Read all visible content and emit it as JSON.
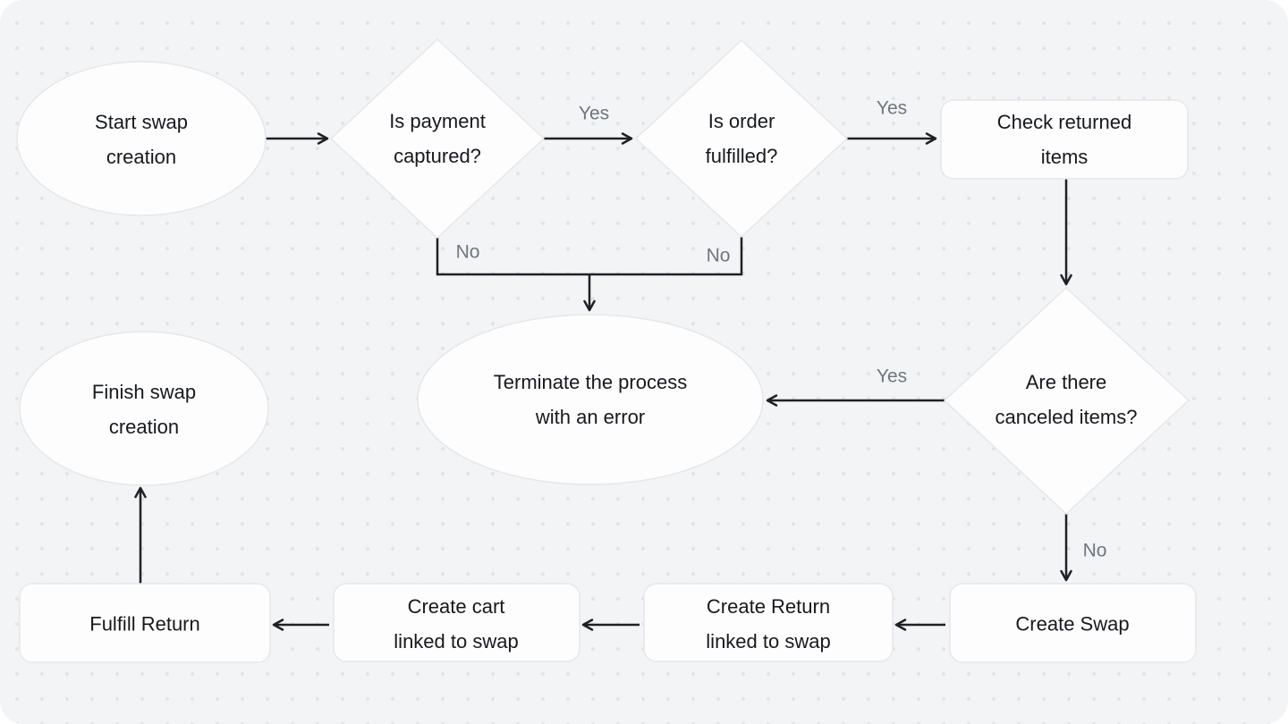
{
  "diagram": {
    "nodes": {
      "start": {
        "label": "Start swap\ncreation",
        "shape": "ellipse"
      },
      "payment_captured": {
        "label": "Is payment\ncaptured?",
        "shape": "diamond"
      },
      "order_fulfilled": {
        "label": "Is order\nfulfilled?",
        "shape": "diamond"
      },
      "check_returned": {
        "label": "Check returned\nitems",
        "shape": "rectangle"
      },
      "canceled_items": {
        "label": "Are there\ncanceled items?",
        "shape": "diamond"
      },
      "terminate": {
        "label": "Terminate the process\nwith an error",
        "shape": "ellipse"
      },
      "finish": {
        "label": "Finish swap\ncreation",
        "shape": "ellipse"
      },
      "fulfill_return": {
        "label": "Fulfill Return",
        "shape": "rectangle"
      },
      "create_cart": {
        "label": "Create cart\nlinked to swap",
        "shape": "rectangle"
      },
      "create_return": {
        "label": "Create Return\nlinked to swap",
        "shape": "rectangle"
      },
      "create_swap": {
        "label": "Create Swap",
        "shape": "rectangle"
      }
    },
    "edge_labels": {
      "payment_yes": "Yes",
      "order_yes": "Yes",
      "payment_no": "No",
      "order_no": "No",
      "canceled_yes": "Yes",
      "canceled_no": "No"
    },
    "colors": {
      "canvas_bg": "#f3f4f6",
      "dot": "#e0e3e7",
      "node_fill": "#fdfdfe",
      "node_border": "#e5e7ea",
      "edge": "#1d2126",
      "node_text": "#16191d",
      "edge_label_text": "#6e7681"
    }
  }
}
